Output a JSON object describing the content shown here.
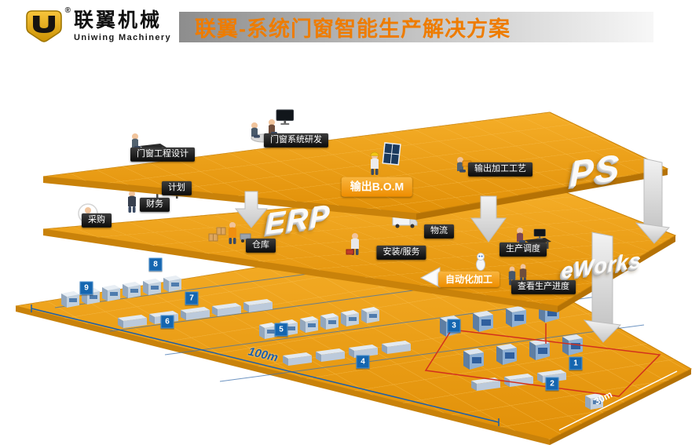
{
  "header": {
    "brand_cn": "联翼机械",
    "brand_en": "Uniwing Machinery",
    "registered": "®",
    "title": "联翼-系统门窗智能生产解决方案"
  },
  "colors": {
    "platform_orange": "#EE9D13",
    "title_orange": "#EE7C00",
    "marker_blue": "#1566B0",
    "dimension_blue": "#1D5FA8"
  },
  "platforms": {
    "design": {
      "big_label": "PS",
      "labels": {
        "engineering": "门窗工程设计",
        "rnd": "门窗系统研发",
        "bom": "输出B.O.M",
        "process": "输出加工工艺"
      }
    },
    "erp": {
      "big_label": "ERP",
      "mes_label": "eWorks",
      "labels": {
        "plan": "计划",
        "finance": "财务",
        "purchase": "采购",
        "warehouse": "仓库",
        "logistics": "物流",
        "install": "安装/服务",
        "dispatch": "生产调度",
        "auto_machining": "自动化加工",
        "progress": "查看生产进度"
      }
    },
    "factory": {
      "markers": [
        "1",
        "2",
        "3",
        "4",
        "5",
        "6",
        "7",
        "8",
        "9"
      ],
      "dim_length": "100m",
      "dim_width": "30m"
    }
  }
}
